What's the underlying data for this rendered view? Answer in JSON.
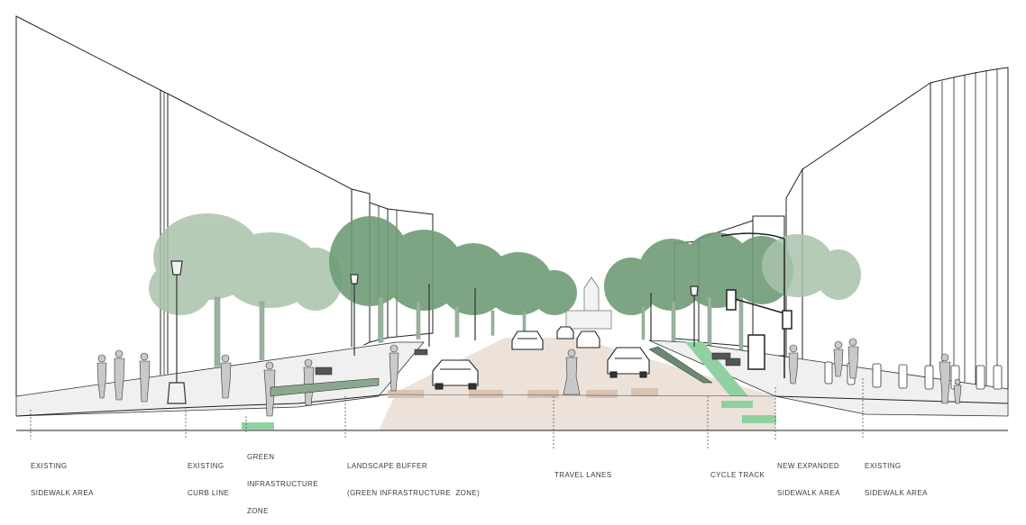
{
  "labels": {
    "existing_sidewalk_left": [
      "EXISTING",
      "SIDEWALK AREA"
    ],
    "existing_curb_line": [
      "EXISTING",
      "CURB LINE"
    ],
    "green_infrastructure_zone": [
      "GREEN",
      "INFRASTRUCTURE",
      "ZONE"
    ],
    "landscape_buffer": [
      "LANDSCAPE BUFFER",
      "(GREEN INFRASTRUCTURE  ZONE)"
    ],
    "travel_lanes": [
      "TRAVEL LANES"
    ],
    "cycle_track": [
      "CYCLE TRACK"
    ],
    "new_expanded_sidewalk": [
      "NEW EXPANDED",
      "SIDEWALK AREA"
    ],
    "existing_sidewalk_right": [
      "EXISTING",
      "SIDEWALK AREA"
    ]
  },
  "colors": {
    "tree_foliage": "#6f9c77",
    "tree_foliage_light": "#a9c2ab",
    "road_surface": "#ece2da",
    "crosswalk_tan": "#d9c3b3",
    "bike_green": "#8fd1a1",
    "person_gray": "#c9c9c9",
    "outline": "#222222"
  }
}
